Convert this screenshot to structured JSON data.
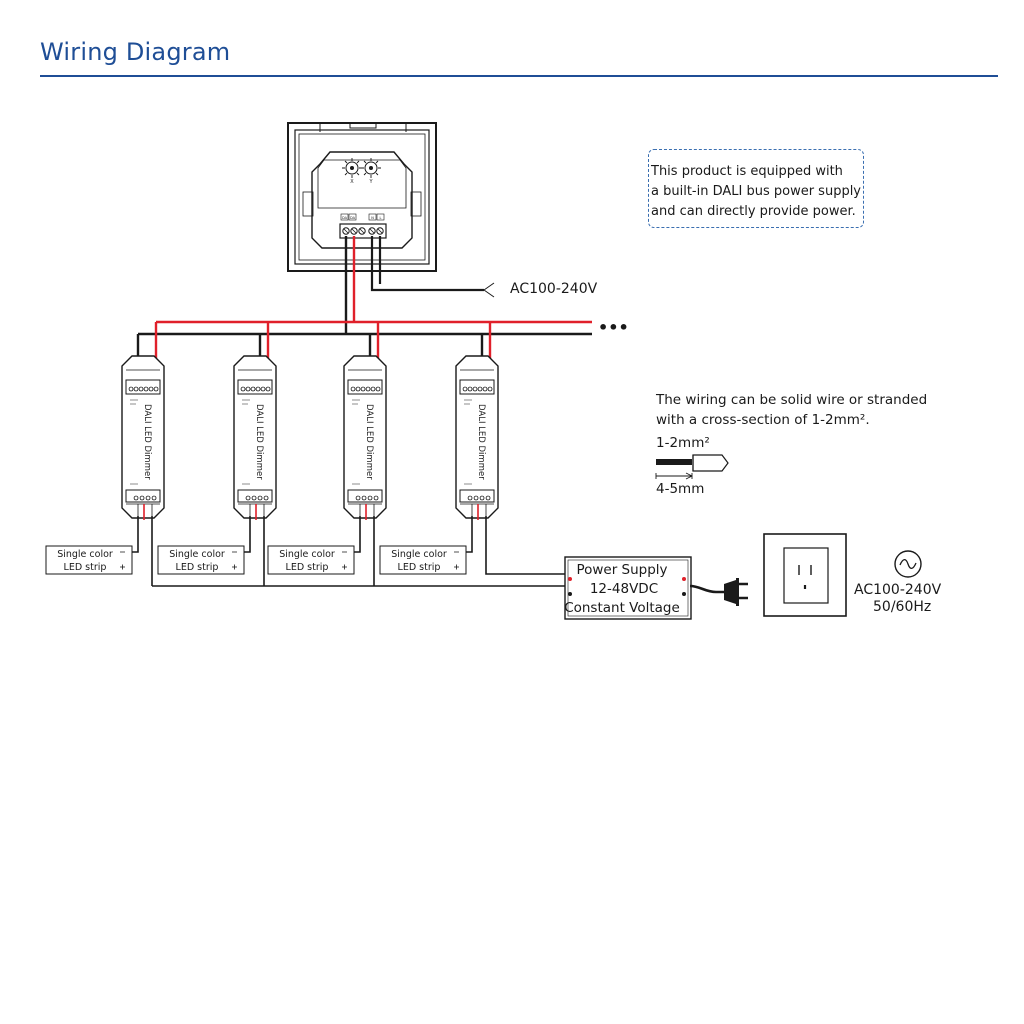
{
  "title": "Wiring Diagram",
  "panel": {
    "dial_x": "X",
    "dial_y": "Y",
    "term_left_a": "DA",
    "term_left_b": "DA",
    "term_right_a": "N",
    "term_right_b": "L"
  },
  "note": {
    "lines": [
      "This product is equipped with",
      "a built-in DALI bus power supply",
      "and can directly provide power."
    ]
  },
  "ac_label": "AC100-240V",
  "bus_continuation": "•••",
  "dimmers": [
    {
      "label": "DALI LED Dimmer"
    },
    {
      "label": "DALI LED Dimmer"
    },
    {
      "label": "DALI LED Dimmer"
    },
    {
      "label": "DALI LED Dimmer"
    }
  ],
  "led_strips": [
    {
      "line1": "Single color",
      "line2": "LED strip"
    },
    {
      "line1": "Single color",
      "line2": "LED strip"
    },
    {
      "line1": "Single color",
      "line2": "LED strip"
    },
    {
      "line1": "Single color",
      "line2": "LED strip"
    }
  ],
  "wiring_note": {
    "lines": [
      "The wiring can be solid wire or stranded",
      "with a cross-section of 1-2mm²."
    ],
    "core_label": "1-2mm²",
    "strip_label": "4-5mm"
  },
  "power_supply": {
    "line1": "Power Supply",
    "line2": "12-48VDC",
    "line3": "Constant Voltage"
  },
  "mains": {
    "voltage": "AC100-240V",
    "frequency": "50/60Hz"
  },
  "colors": {
    "title": "#1f4e96",
    "wire_red": "#e0202a",
    "wire_black": "#1a1a1a",
    "note_border": "#3a6eb0"
  }
}
